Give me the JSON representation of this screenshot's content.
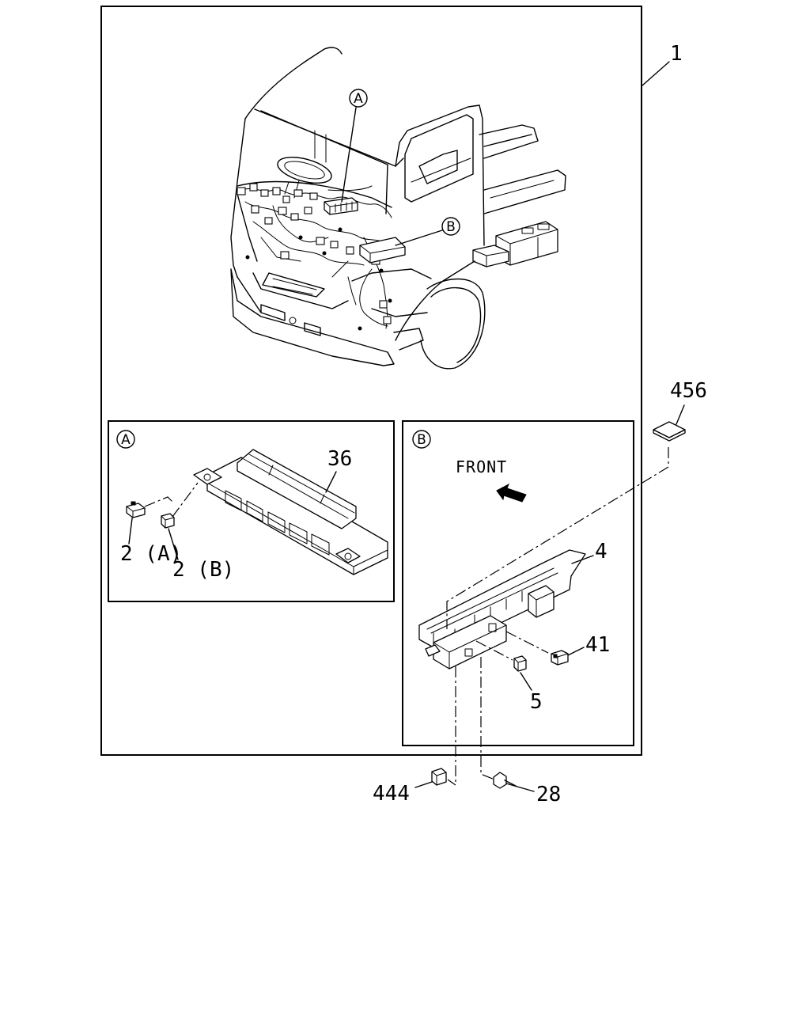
{
  "callouts": {
    "c1": "1",
    "c456": "456",
    "c36": "36",
    "c2a": "2 (A)",
    "c2b": "2 (B)",
    "c4": "4",
    "c41": "41",
    "c5": "5",
    "c444": "444",
    "c28": "28"
  },
  "detail_markers": {
    "a": "A",
    "b": "B"
  },
  "front_label": "FRONT"
}
